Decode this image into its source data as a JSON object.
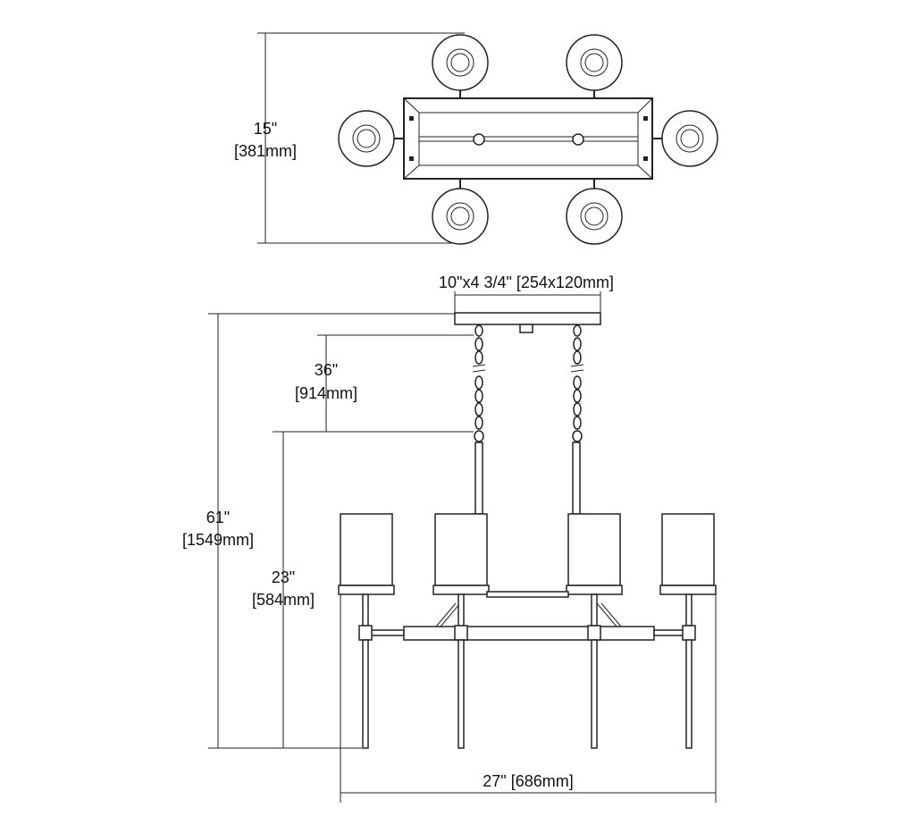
{
  "dimensions": {
    "top_view_depth": {
      "inches": "15\"",
      "mm": "[381mm]"
    },
    "canopy": {
      "label": "10\"x4 3/4\" [254x120mm]"
    },
    "chain": {
      "inches": "36\"",
      "mm": "[914mm]"
    },
    "overall_height": {
      "inches": "61\"",
      "mm": "[1549mm]"
    },
    "fixture_height": {
      "inches": "23\"",
      "mm": "[584mm]"
    },
    "overall_width": {
      "label": "27\" [686mm]"
    }
  },
  "colors": {
    "line": "#222222",
    "background": "#ffffff"
  }
}
